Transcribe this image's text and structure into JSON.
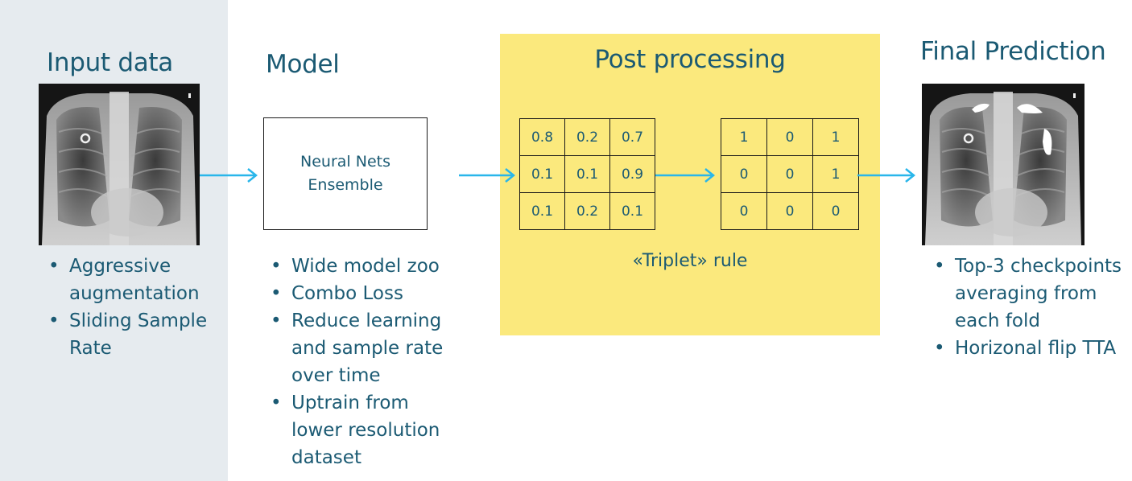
{
  "stages": {
    "input": {
      "title": "Input data",
      "bullets": [
        "Aggressive augmentation",
        "Sliding Sample Rate"
      ]
    },
    "model": {
      "title": "Model",
      "box_line1": "Neural Nets",
      "box_line2": "Ensemble",
      "bullets": [
        "Wide model zoo",
        "Combo Loss",
        "Reduce learning and sample rate over time",
        "Uptrain from lower resolution dataset"
      ]
    },
    "post": {
      "title": "Post processing",
      "prob_grid": [
        [
          "0.8",
          "0.2",
          "0.7"
        ],
        [
          "0.1",
          "0.1",
          "0.9"
        ],
        [
          "0.1",
          "0.2",
          "0.1"
        ]
      ],
      "bin_grid": [
        [
          "1",
          "0",
          "1"
        ],
        [
          "0",
          "0",
          "1"
        ],
        [
          "0",
          "0",
          "0"
        ]
      ],
      "rule": "«Triplet» rule"
    },
    "final": {
      "title": "Final Prediction",
      "bullets": [
        "Top-3 checkpoints averaging from each fold",
        "Horizonal flip TTA"
      ]
    }
  },
  "colors": {
    "text": "#1b5a73",
    "arrow": "#29b6ea",
    "sidebar": "#e6ebef",
    "post_highlight": "#fbe97d",
    "mask": "#ffffff"
  },
  "icons": [
    "chest-xray-image",
    "chest-xray-with-mask-image",
    "arrow-right-icon"
  ]
}
